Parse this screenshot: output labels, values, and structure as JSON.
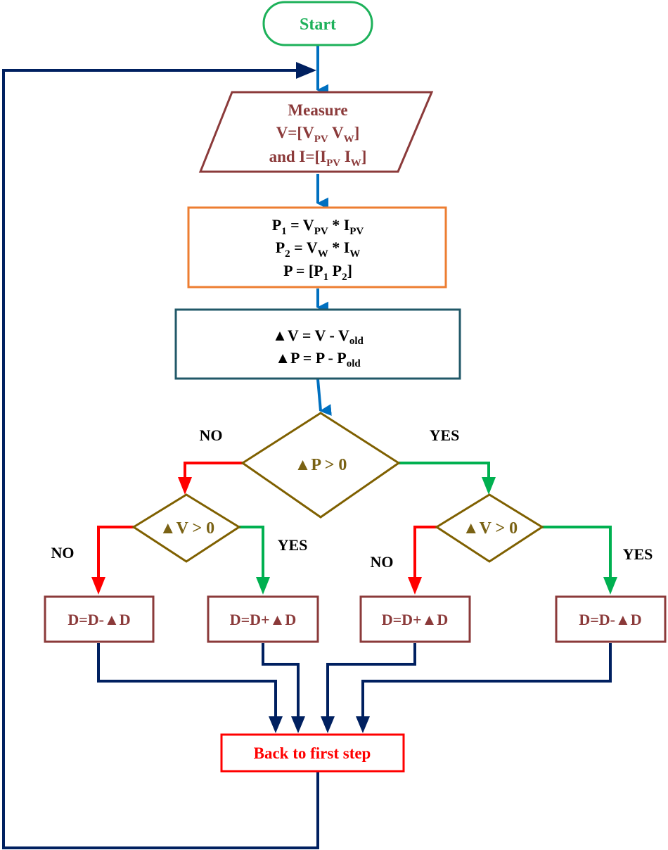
{
  "start": {
    "label": "Start",
    "color": "#1db15a"
  },
  "measure": {
    "title": "Measure",
    "v_line": {
      "a": "V=[V",
      "a_sub": "PV",
      "b": " V",
      "b_sub": "W",
      "c": "]"
    },
    "i_line": {
      "a": "and I=[I",
      "a_sub": "PV",
      "b": " I",
      "b_sub": "W",
      "c": "]"
    },
    "color": "#8b3a3a"
  },
  "power": {
    "p1": {
      "a": "P",
      "a_sub": "1",
      "b": " = V",
      "b_sub": "PV",
      "c": " * I",
      "c_sub": "PV"
    },
    "p2": {
      "a": "P",
      "a_sub": "2",
      "b": " = V",
      "b_sub": "W",
      "c": " * I",
      "c_sub": "W"
    },
    "p": {
      "a": "P = [P",
      "a_sub": "1",
      "b": "  P",
      "b_sub": "2",
      "c": "]"
    },
    "border_color": "#ed7d31"
  },
  "delta": {
    "dv": {
      "a": "▲V = V - V",
      "a_sub": "old"
    },
    "dp": {
      "a": "▲P = P - P",
      "a_sub": "old"
    },
    "border_color": "#215868"
  },
  "decision_main": {
    "label": "▲P > 0",
    "no": "NO",
    "yes": "YES"
  },
  "decision_left": {
    "label": "▲V > 0",
    "no": "NO",
    "yes": "YES"
  },
  "decision_right": {
    "label": "▲V > 0",
    "no": "NO",
    "yes": "YES"
  },
  "actions": [
    "D=D-▲D",
    "D=D+▲D",
    "D=D+▲D",
    "D=D-▲D"
  ],
  "back": {
    "label": "Back to first step",
    "color": "#ff0000"
  },
  "colors": {
    "flow_arrow": "#0070c0",
    "loop_line": "#002060",
    "no_branch": "#ff0000",
    "yes_branch": "#00b050",
    "decision_border": "#7f6000",
    "action_border": "#8b3a3a"
  }
}
